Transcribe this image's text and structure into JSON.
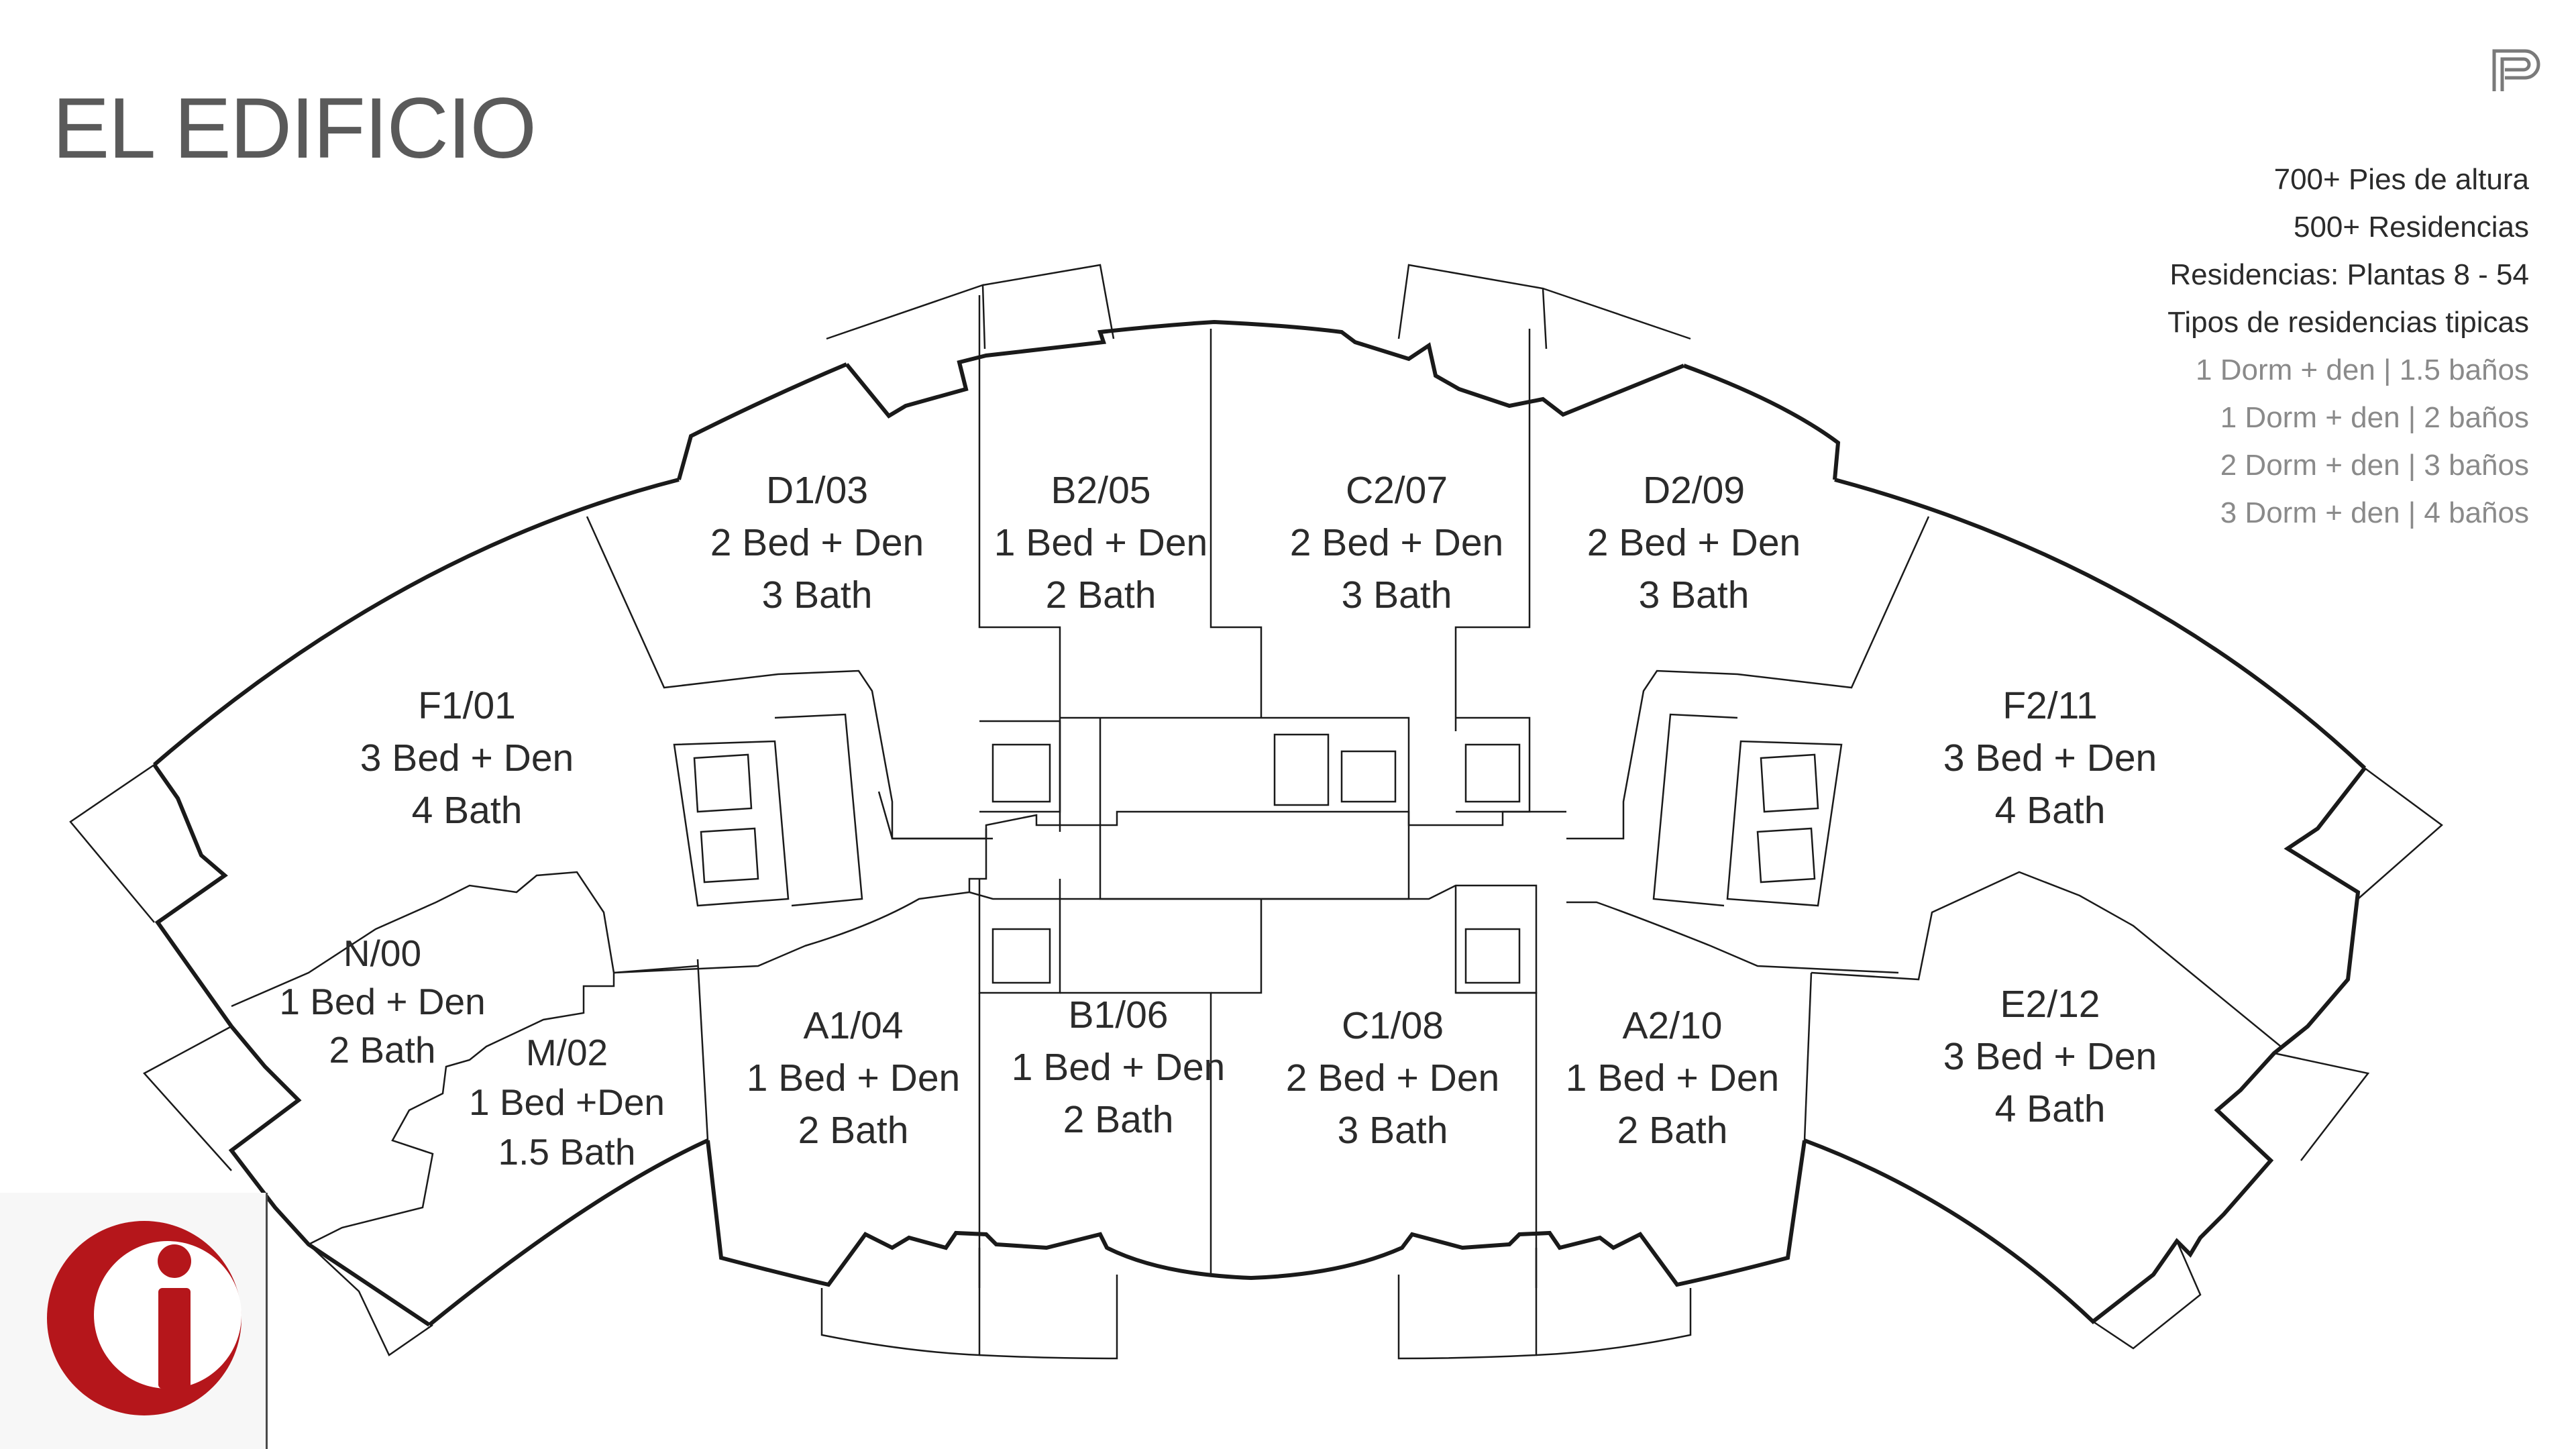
{
  "title": "EL EDIFICIO",
  "info": {
    "height": "700+ Pies de altura",
    "residences": "500+ Residencias",
    "floors": "Residencias: Plantas 8 - 54",
    "types_title": "Tipos de residencias tipicas",
    "types": [
      "1 Dorm + den | 1.5 baños",
      "1 Dorm + den | 2 baños",
      "2 Dorm + den | 3 baños",
      "3 Dorm + den | 4 baños"
    ]
  },
  "units": [
    {
      "code": "D1/03",
      "beds": "2 Bed + Den",
      "baths": "3 Bath"
    },
    {
      "code": "B2/05",
      "beds": "1 Bed + Den",
      "baths": "2 Bath"
    },
    {
      "code": "C2/07",
      "beds": "2 Bed + Den",
      "baths": "3 Bath"
    },
    {
      "code": "D2/09",
      "beds": "2 Bed + Den",
      "baths": "3 Bath"
    },
    {
      "code": "F1/01",
      "beds": "3 Bed + Den",
      "baths": "4 Bath"
    },
    {
      "code": "F2/11",
      "beds": "3 Bed + Den",
      "baths": "4 Bath"
    },
    {
      "code": "N/00",
      "beds": "1 Bed + Den",
      "baths": "2 Bath"
    },
    {
      "code": "M/02",
      "beds": "1 Bed +Den",
      "baths": "1.5 Bath"
    },
    {
      "code": "A1/04",
      "beds": "1 Bed + Den",
      "baths": "2 Bath"
    },
    {
      "code": "B1/06",
      "beds": "1 Bed + Den",
      "baths": "2 Bath"
    },
    {
      "code": "C1/08",
      "beds": "2 Bed + Den",
      "baths": "3 Bath"
    },
    {
      "code": "A2/10",
      "beds": "1 Bed + Den",
      "baths": "2 Bath"
    },
    {
      "code": "E2/12",
      "beds": "3 Bed + Den",
      "baths": "4 Bath"
    }
  ],
  "colors": {
    "title": "#5a5a5a",
    "text": "#2b2b2b",
    "muted": "#8a8a8a",
    "line": "#1a1a1a",
    "logo_red": "#b5161b",
    "panel": "#f7f7f7"
  },
  "icons": {
    "brand_mark": "p-letter-logo-icon",
    "info_logo": "red-i-circle-logo-icon"
  }
}
